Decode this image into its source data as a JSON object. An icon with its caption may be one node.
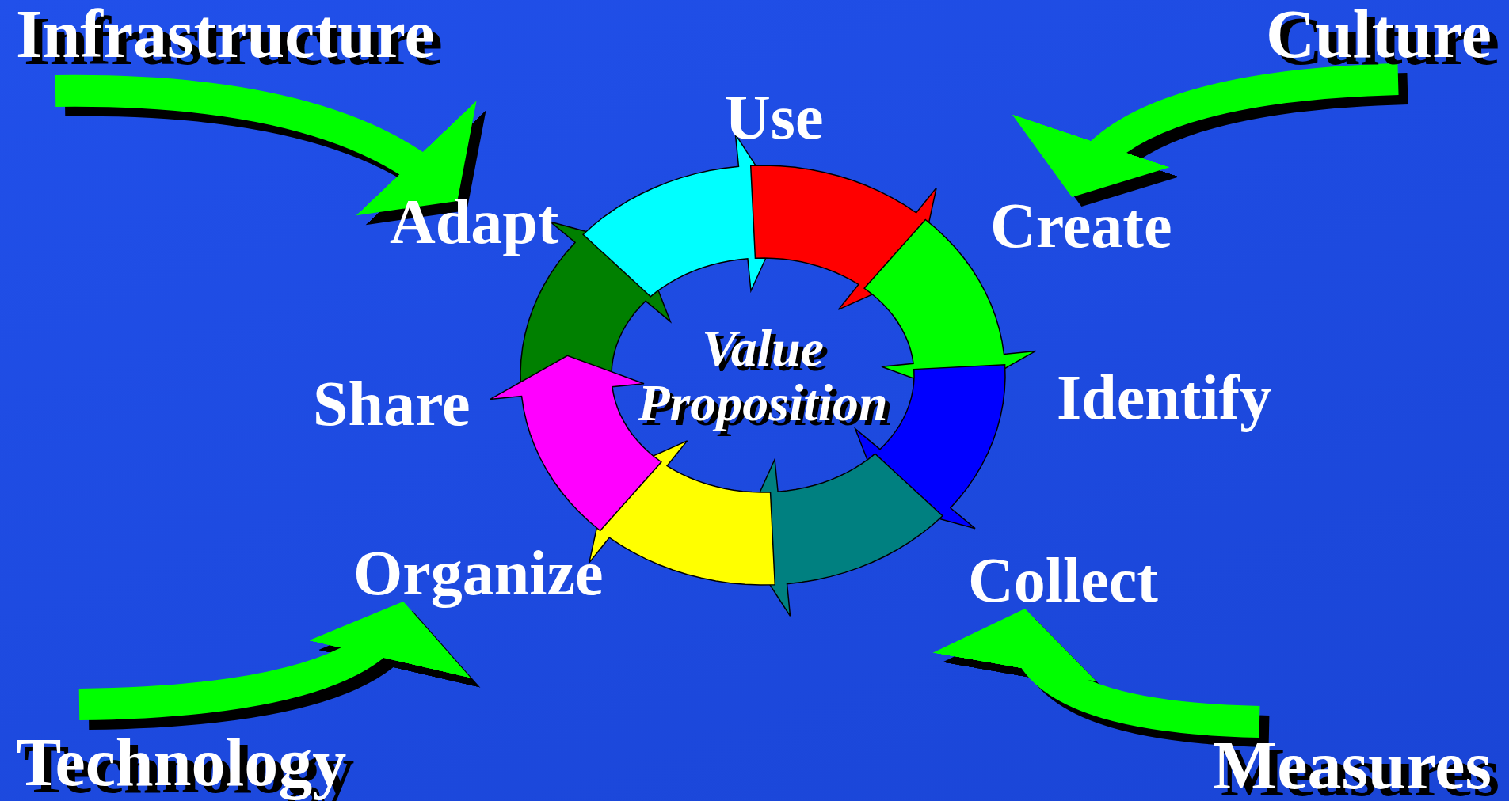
{
  "diagram": {
    "nodes": [
      {
        "text": [
          "Infrastructure"
        ]
      },
      {
        "text": [
          "Culture"
        ]
      },
      {
        "text": [
          "Technology"
        ]
      },
      {
        "text": [
          "Measures"
        ]
      },
      {
        "text": [
          "Use"
        ]
      },
      {
        "text": [
          "Create"
        ]
      },
      {
        "text": [
          "Identify"
        ]
      },
      {
        "text": [
          "Collect"
        ]
      },
      {
        "text": [
          "Organize"
        ]
      },
      {
        "text": [
          "Share"
        ]
      },
      {
        "text": [
          "Adapt"
        ]
      },
      {
        "text": [
          "Value Proposition"
        ]
      }
    ],
    "edges": [
      {
        "from": 0,
        "to": 10,
        "arrow": "to"
      },
      {
        "from": 1,
        "to": 5,
        "arrow": "to"
      },
      {
        "from": 2,
        "to": 8,
        "arrow": "to"
      },
      {
        "from": 3,
        "to": 7,
        "arrow": "to"
      }
    ]
  }
}
